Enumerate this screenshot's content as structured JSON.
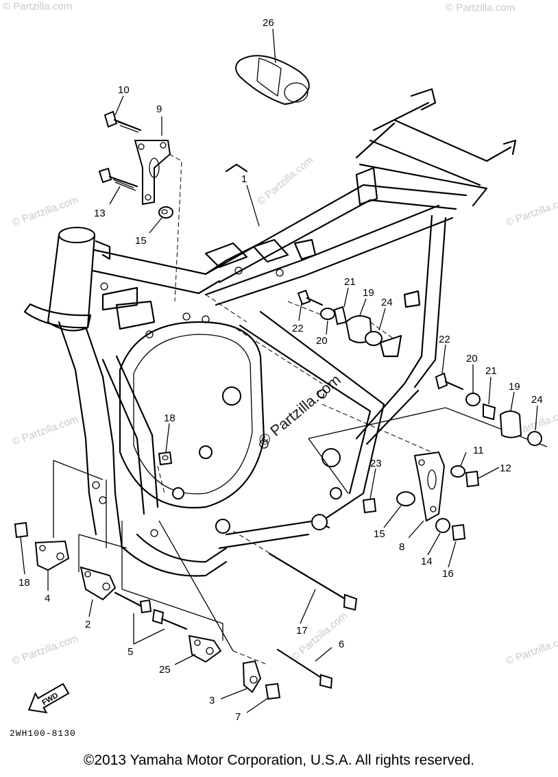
{
  "watermark": {
    "text": "© Partzilla.com",
    "center_text": "© Partzilla.com"
  },
  "callouts": [
    {
      "id": "c26",
      "label": "26"
    },
    {
      "id": "c10",
      "label": "10"
    },
    {
      "id": "c9",
      "label": "9"
    },
    {
      "id": "c13",
      "label": "13"
    },
    {
      "id": "c15a",
      "label": "15"
    },
    {
      "id": "c1",
      "label": "1"
    },
    {
      "id": "c21a",
      "label": "21"
    },
    {
      "id": "c19a",
      "label": "19"
    },
    {
      "id": "c24a",
      "label": "24"
    },
    {
      "id": "c22a",
      "label": "22"
    },
    {
      "id": "c20a",
      "label": "20"
    },
    {
      "id": "c22b",
      "label": "22"
    },
    {
      "id": "c20b",
      "label": "20"
    },
    {
      "id": "c21b",
      "label": "21"
    },
    {
      "id": "c19b",
      "label": "19"
    },
    {
      "id": "c24b",
      "label": "24"
    },
    {
      "id": "c18a",
      "label": "18"
    },
    {
      "id": "c23",
      "label": "23"
    },
    {
      "id": "c11",
      "label": "11"
    },
    {
      "id": "c12",
      "label": "12"
    },
    {
      "id": "c15b",
      "label": "15"
    },
    {
      "id": "c8",
      "label": "8"
    },
    {
      "id": "c14",
      "label": "14"
    },
    {
      "id": "c16",
      "label": "16"
    },
    {
      "id": "c18b",
      "label": "18"
    },
    {
      "id": "c4",
      "label": "4"
    },
    {
      "id": "c2",
      "label": "2"
    },
    {
      "id": "c17",
      "label": "17"
    },
    {
      "id": "c5",
      "label": "5"
    },
    {
      "id": "c6",
      "label": "6"
    },
    {
      "id": "c25",
      "label": "25"
    },
    {
      "id": "c3",
      "label": "3"
    },
    {
      "id": "c7",
      "label": "7"
    }
  ],
  "fwd_label": "FWD",
  "drawing_code": "2WH100-8130",
  "copyright": "©2013  Yamaha Motor Corporation, U.S.A. All rights reserved."
}
